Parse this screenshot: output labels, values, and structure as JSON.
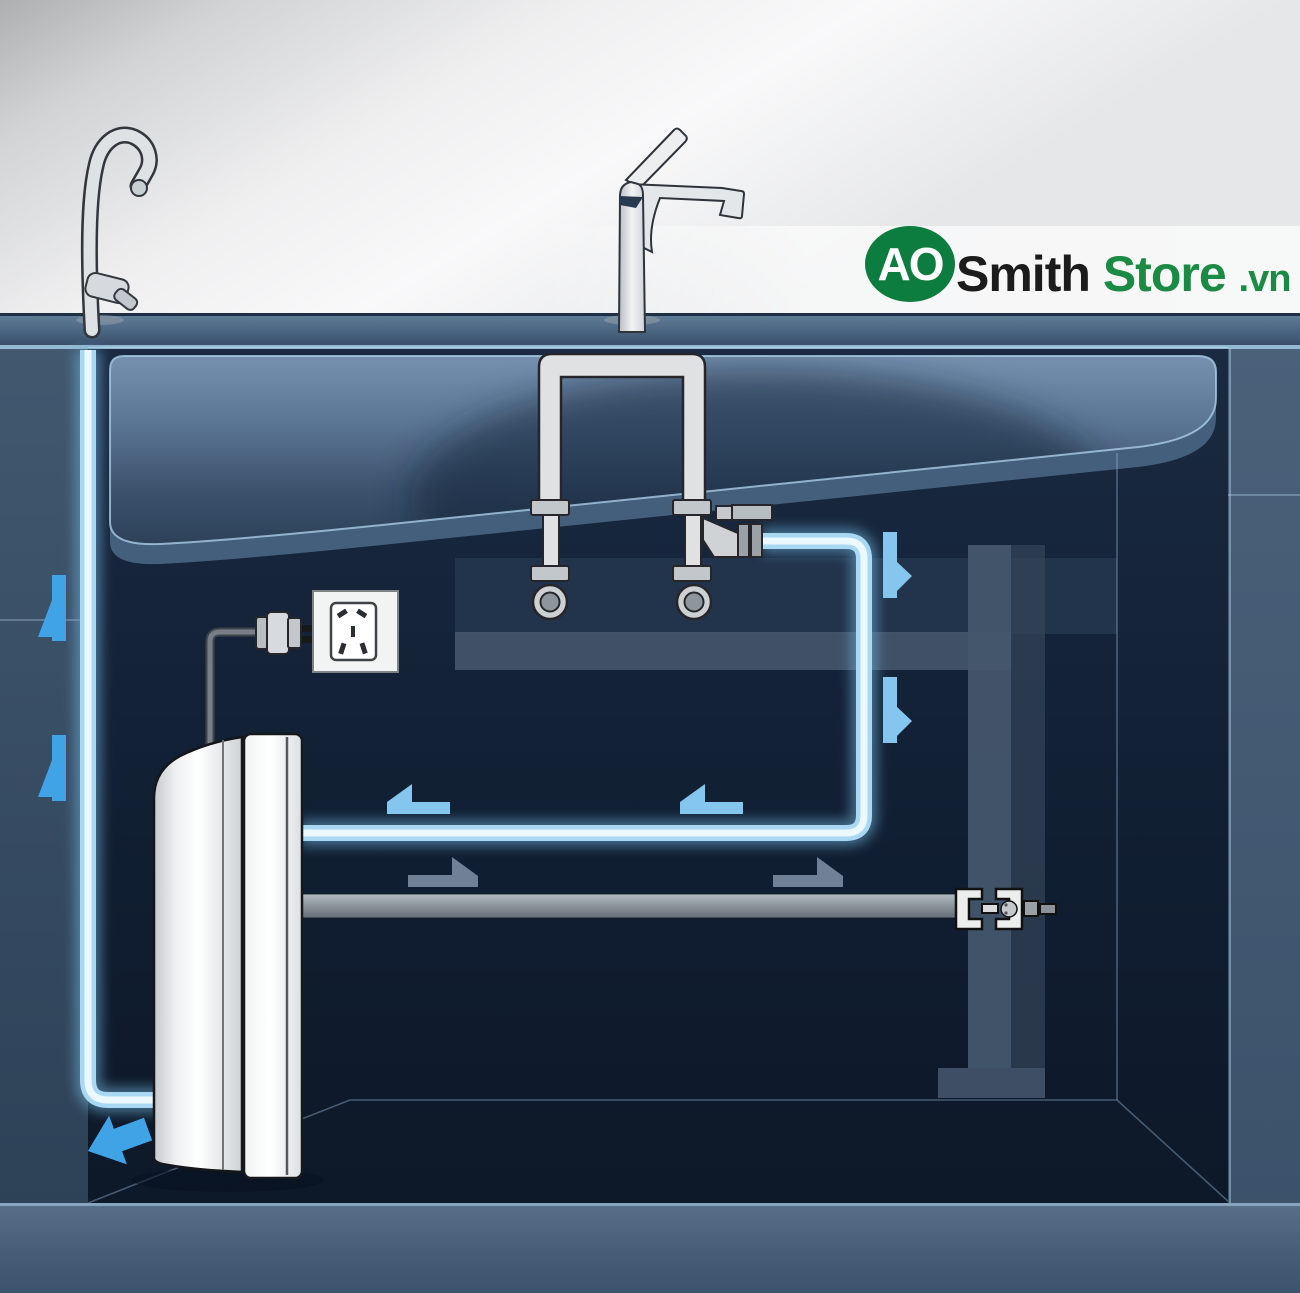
{
  "meta": {
    "type": "product-installation-diagram",
    "subject": "under-sink-water-purifier-plumbing"
  },
  "logo": {
    "monogram": "AO",
    "brand": "Smith",
    "store": "Store",
    "tld": ".vn",
    "green": "#12813f",
    "text_dark": "#1c1c1c"
  },
  "colors": {
    "cabinet_navy": "#13233a",
    "counter_blue": "#46617c",
    "basin_blue": "#5b7694",
    "flow_tube_core": "#ecf8ff",
    "flow_tube_glow": "#7fc0e6",
    "arrow_light_blue": "#85c6ee",
    "arrow_saturated_blue": "#3fa3e6",
    "arrow_gray": "#76879b",
    "pipe_gray": "#8d969d",
    "purifier_white": "#f4f5f6"
  },
  "icon_names": [
    "flow-arrow-up-icon",
    "flow-arrow-down-icon",
    "flow-arrow-left-icon",
    "flow-arrow-right-icon",
    "flow-arrow-corner-icon"
  ]
}
